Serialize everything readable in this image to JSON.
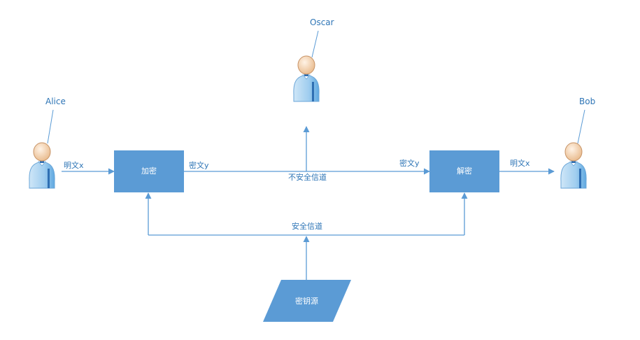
{
  "actors": {
    "alice": "Alice",
    "bob": "Bob",
    "oscar": "Oscar"
  },
  "boxes": {
    "encrypt": "加密",
    "decrypt": "解密",
    "key_source": "密钥源"
  },
  "edges": {
    "plaintext_in": "明文x",
    "ciphertext_out": "密文y",
    "insecure_channel": "不安全信道",
    "ciphertext_in": "密文y",
    "plaintext_out": "明文x",
    "secure_channel": "安全信道"
  },
  "colors": {
    "box_fill": "#5b9bd5",
    "line": "#5b9bd5",
    "label_text": "#2e75b6"
  }
}
